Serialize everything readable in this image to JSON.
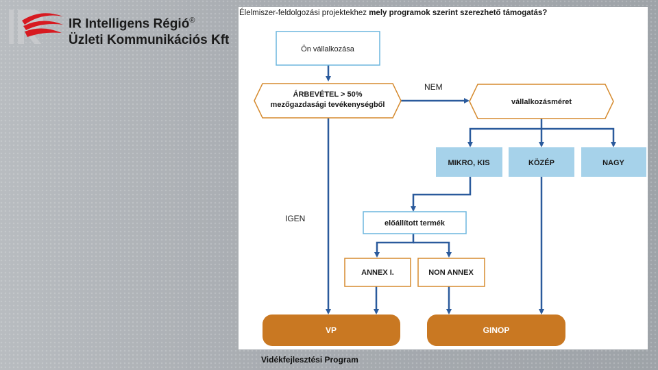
{
  "header": {
    "logo_line1": "IR Intelligens Régió",
    "logo_mark": "®",
    "logo_line2": "Üzleti Kommunikációs Kft"
  },
  "diagram": {
    "title_prefix": "Élelmiszer-feldolgozási projektekhez ",
    "title_bold": "mely programok szerint szerezhető támogatás?",
    "nodes": {
      "start": "Ön vállalkozása",
      "decision_line1": "ÁRBEVÉTEL > 50%",
      "decision_line2": "mezőgazdasági tevékenységből",
      "size": "vállalkozásméret",
      "micro": "MIKRO, KIS",
      "medium": "KÖZÉP",
      "large": "NAGY",
      "product": "előállított termék",
      "annex": "ANNEX I.",
      "non_annex": "NON ANNEX",
      "vp": "VP",
      "ginop": "GINOP"
    },
    "edge_labels": {
      "no": "NEM",
      "yes": "IGEN"
    },
    "colors": {
      "arrow": "#2a5a9c",
      "start_border": "#6bb6dd",
      "orange_border": "#d58a2e",
      "blue_fill": "#a6d2ea",
      "orange_fill": "#c97822"
    }
  },
  "footer": {
    "caption": "Vidékfejlesztési Program"
  }
}
